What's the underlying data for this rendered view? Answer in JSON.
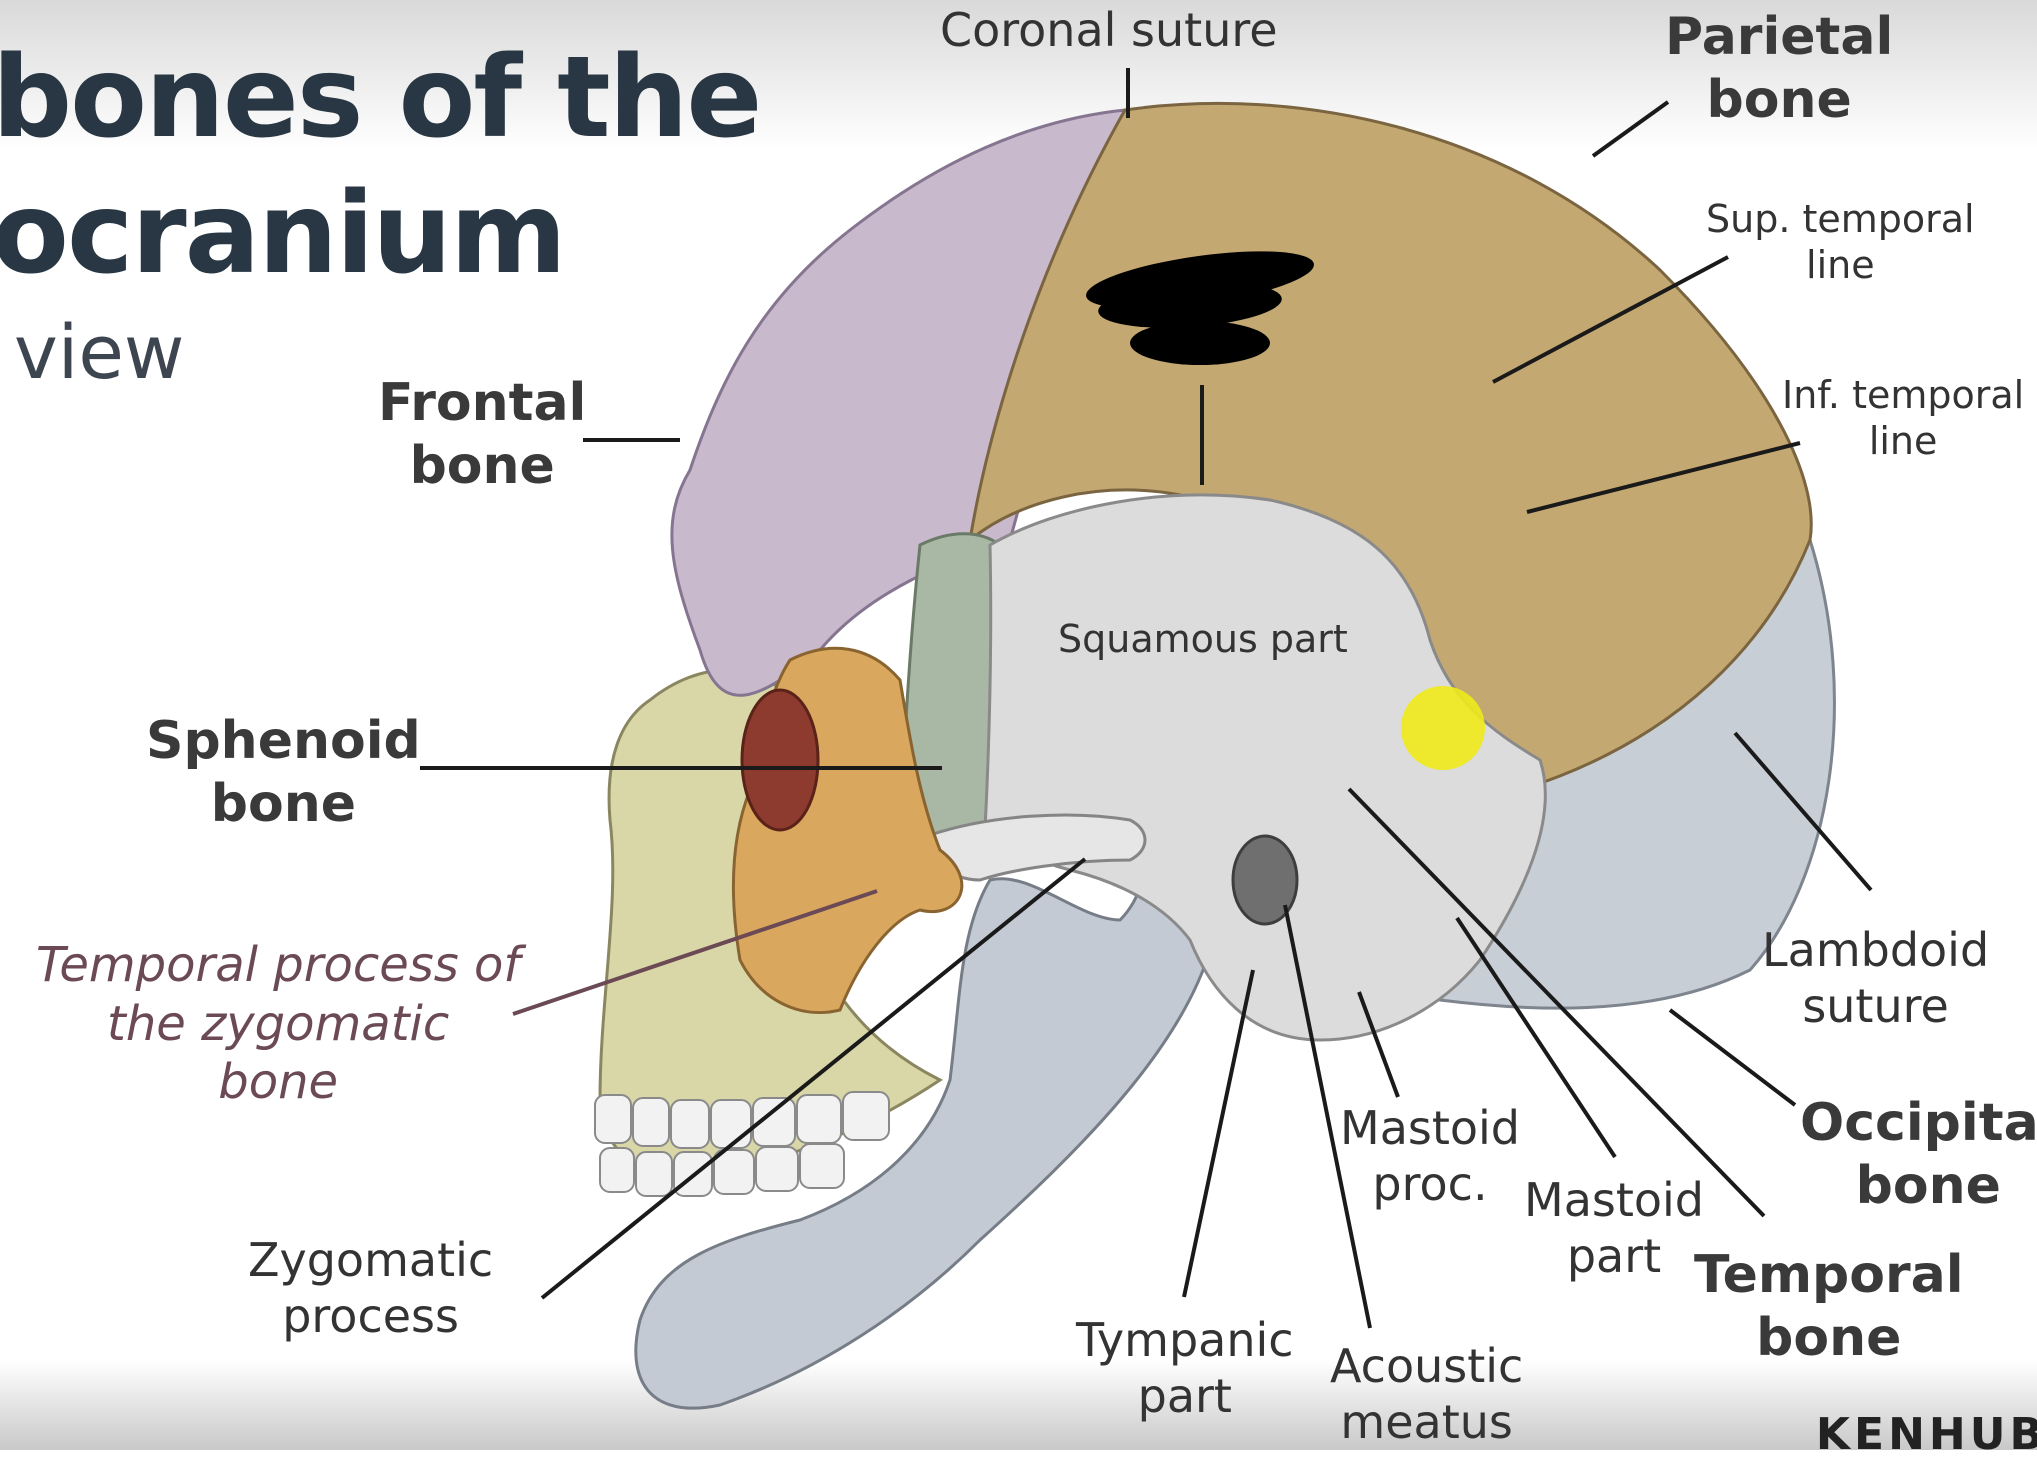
{
  "slide": {
    "title_line1": "bones of the",
    "title_line2": "ocranium",
    "subtitle": "view"
  },
  "labels": {
    "coronal_suture": "Coronal suture",
    "parietal_bone": [
      "Parietal",
      "bone"
    ],
    "sup_temporal_line": [
      "Sup. temporal",
      "line"
    ],
    "inf_temporal_line": [
      "Inf. temporal",
      "line"
    ],
    "frontal_bone": [
      "Frontal",
      "bone"
    ],
    "squamous_part": "Squamous part",
    "sphenoid_bone": [
      "Sphenoid",
      "bone"
    ],
    "temporal_process": [
      "Temporal process of",
      "the zygomatic",
      "bone"
    ],
    "zygomatic_process": [
      "Zygomatic",
      "process"
    ],
    "tympanic_part": [
      "Tympanic",
      "part"
    ],
    "acoustic_meatus": [
      "Acoustic",
      "meatus"
    ],
    "mastoid_proc": [
      "Mastoid",
      "proc."
    ],
    "mastoid_part": [
      "Mastoid",
      "part"
    ],
    "temporal_bone": [
      "Temporal",
      "bone"
    ],
    "occipital_bone": [
      "Occipital",
      "bone"
    ],
    "lambdoid_suture": [
      "Lambdoid",
      "suture"
    ]
  },
  "watermark": "KENHUB",
  "colors": {
    "frontal": "#c9b9cc",
    "parietal": "#c4a872",
    "temporal": "#dcdcdc",
    "occipital": "#c8ced6",
    "sphenoid": "#a9b8a4",
    "zygomatic": "#d9a85e",
    "maxilla": "#d9d7a8",
    "mandible": "#c4cad3",
    "redaction": "#000000",
    "highlight": "#f0ea1a"
  }
}
